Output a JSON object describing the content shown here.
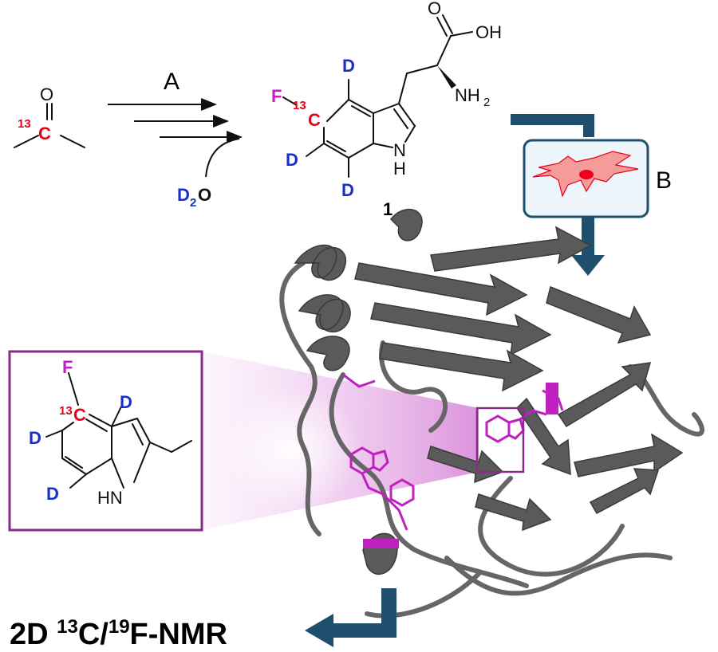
{
  "reagent": {
    "oxygen": "O",
    "isotope_mass": "13",
    "carbon": "C"
  },
  "step_a": {
    "label": "A",
    "reagent_d": "D",
    "reagent_sub": "2",
    "reagent_o": "O"
  },
  "product": {
    "fluorine": "F",
    "isotope_mass": "13",
    "carbon": "C",
    "deuterium": "D",
    "cooh": "OH",
    "carbonyl_o": "O",
    "amine": "NH",
    "amine_sub": "2",
    "indole_n": "N",
    "indole_h": "H",
    "compound_number": "1"
  },
  "step_b": {
    "label": "B"
  },
  "inset": {
    "fluorine": "F",
    "isotope_mass": "13",
    "carbon": "C",
    "deuterium": "D",
    "indole_nh": "HN"
  },
  "output": {
    "prefix": "2D ",
    "c_mass": "13",
    "c_label": "C/",
    "f_mass": "19",
    "f_label": "F-NMR"
  },
  "colors": {
    "isotope_red": "#e8001c",
    "fluorine_magenta": "#c020c0",
    "deuterium_blue": "#1a2ec8",
    "arrow_teal": "#1f4f6e",
    "inset_border": "#8a2a8a",
    "protein_gray": "#5a5a5a"
  }
}
